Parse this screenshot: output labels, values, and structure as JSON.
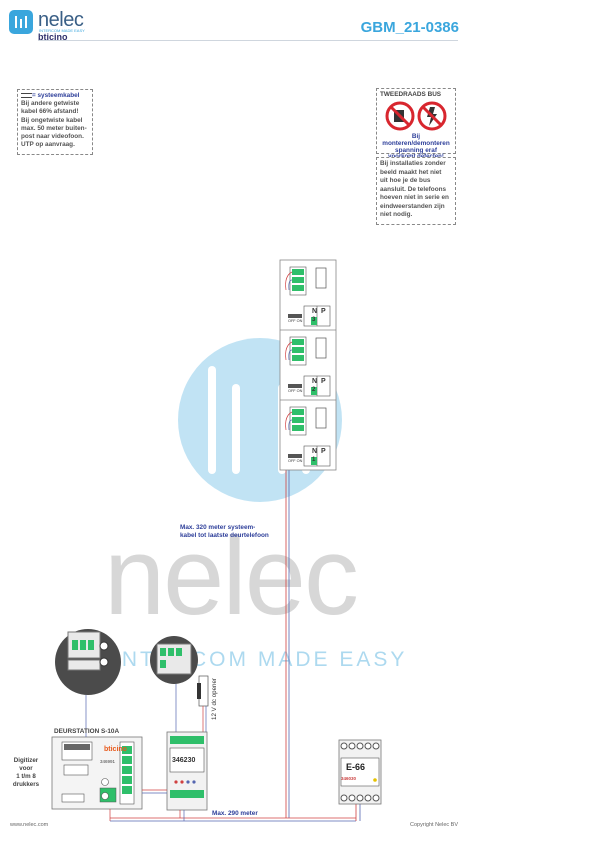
{
  "header": {
    "brand": "nelec",
    "brand_sub": "INTERCOM MADE EASY",
    "partner": "bticino",
    "doc_code": "GBM_21-0386"
  },
  "note_cable": {
    "title": "= systeemkabel",
    "lines": [
      "Bij andere getwiste",
      "kabel 66% afstand!",
      "Bij ongetwiste kabel",
      "max. 50 meter buiten-",
      "post naar videofoon.",
      "UTP op aanvraag."
    ]
  },
  "note_bus": {
    "title": "TWEEDRAADS BUS",
    "warning_lines": [
      "Bij monteren/demonteren",
      "spanning eraf",
      "voorkomt defecten!"
    ],
    "info_lines": [
      "Bij installaties zonder",
      "beeld maakt het niet",
      "uit hoe je de bus",
      "aansluit. De telefoons",
      "hoeven niet in serie en",
      "eindweerstanden zijn",
      "niet nodig."
    ]
  },
  "handsets": [
    {
      "n_label": "N",
      "p_label": "P",
      "switch_label": "OFF ON",
      "number": "3"
    },
    {
      "n_label": "N",
      "p_label": "P",
      "switch_label": "OFF ON",
      "number": "2"
    },
    {
      "n_label": "N",
      "p_label": "P",
      "switch_label": "OFF ON",
      "number": "1"
    }
  ],
  "labels": {
    "max_system_cable": [
      "Max. 320 meter systeem-",
      "kabel tot laatste deurtelefoon"
    ],
    "max_290": "Max. 290 meter",
    "door_station": "DEURSTATION S-10A",
    "door_brand": "bticino",
    "door_model": "346991",
    "digitizer": [
      "Digitizer",
      "voor",
      "1 t/m 8",
      "drukkers"
    ],
    "power_model": "346230",
    "opener": "12 V dc opener",
    "psu_name": "E-66",
    "psu_model": "346030"
  },
  "watermark": {
    "word": "nelec",
    "tagline": "INTERCOM MADE EASY"
  },
  "footer": {
    "left": "www.nelec.com",
    "right": "Copyright Nelec BV"
  },
  "colors": {
    "accent": "#3aa6dd",
    "navy": "#2e3f9a",
    "wire_red": "#d04040",
    "wire_blue": "#5566b0",
    "terminal_green": "#2fbf6a"
  }
}
